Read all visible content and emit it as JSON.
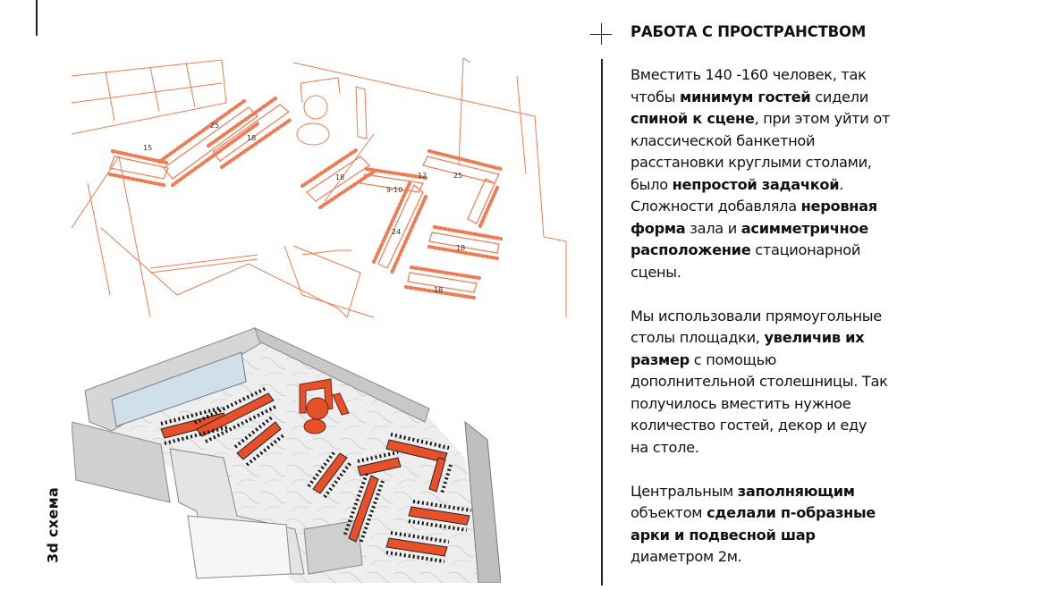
{
  "side_label": "3d схема",
  "heading": "РАБОТА С ПРОСТРАНСТВОМ",
  "icons": {
    "cross": "plus-icon"
  },
  "colors": {
    "sketch": "#f07a52",
    "table": "#e8502a",
    "text": "#111111"
  },
  "plan_labels": [
    "25",
    "18",
    "15",
    "18",
    "9-10",
    "12",
    "25",
    "24",
    "18",
    "18"
  ],
  "paragraphs": [
    [
      [
        {
          "t": "Вместить 140 -160 человек, так"
        }
      ],
      [
        {
          "t": "чтобы "
        },
        {
          "t": "минимум гостей",
          "b": true
        },
        {
          "t": " сидели"
        }
      ],
      [
        {
          "t": "спиной к сцене",
          "b": true
        },
        {
          "t": ", при этом уйти от"
        }
      ],
      [
        {
          "t": "классической банкетной"
        }
      ],
      [
        {
          "t": "расстановки круглыми столами,"
        }
      ],
      [
        {
          "t": "было "
        },
        {
          "t": "непростой задачкой",
          "b": true
        },
        {
          "t": "."
        }
      ],
      [
        {
          "t": "Сложности добавляла "
        },
        {
          "t": "неровная",
          "b": true
        }
      ],
      [
        {
          "t": "форма",
          "b": true
        },
        {
          "t": " зала и "
        },
        {
          "t": "асимметричное",
          "b": true
        }
      ],
      [
        {
          "t": "расположение",
          "b": true
        },
        {
          "t": " стационарной"
        }
      ],
      [
        {
          "t": "сцены."
        }
      ]
    ],
    [
      [
        {
          "t": "Мы использовали прямоугольные"
        }
      ],
      [
        {
          "t": "столы площадки, "
        },
        {
          "t": "увеличив их",
          "b": true
        }
      ],
      [
        {
          "t": "размер",
          "b": true
        },
        {
          "t": " с помощью"
        }
      ],
      [
        {
          "t": "дополнительной столешницы. Так"
        }
      ],
      [
        {
          "t": "получилось вместить нужное"
        }
      ],
      [
        {
          "t": "количество гостей, декор и еду"
        }
      ],
      [
        {
          "t": "на столе."
        }
      ]
    ],
    [
      [
        {
          "t": "Центральным "
        },
        {
          "t": "заполняющим",
          "b": true
        }
      ],
      [
        {
          "t": "объектом "
        },
        {
          "t": "сделали п-образные",
          "b": true
        }
      ],
      [
        {
          "t": "арки и подвесной шар",
          "b": true
        }
      ],
      [
        {
          "t": "диаметром 2м."
        }
      ]
    ]
  ]
}
